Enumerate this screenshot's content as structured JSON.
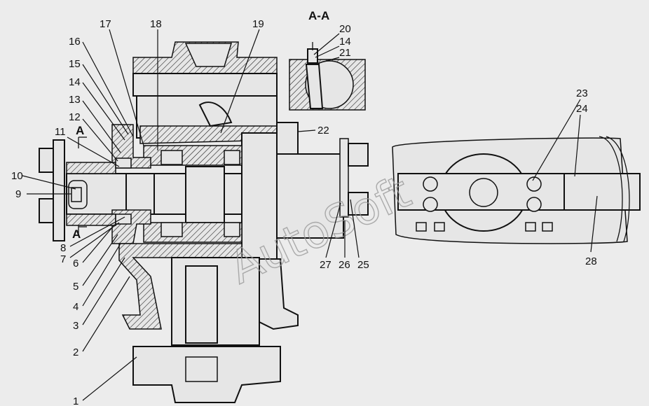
{
  "section_title": "A-A",
  "section_mark": "A",
  "watermark": "AutoSoft",
  "callouts": [
    "1",
    "2",
    "3",
    "4",
    "5",
    "6",
    "7",
    "8",
    "9",
    "10",
    "11",
    "12",
    "13",
    "14",
    "15",
    "16",
    "17",
    "18",
    "19",
    "20",
    "14",
    "21",
    "22",
    "23",
    "24",
    "25",
    "26",
    "27",
    "28"
  ]
}
